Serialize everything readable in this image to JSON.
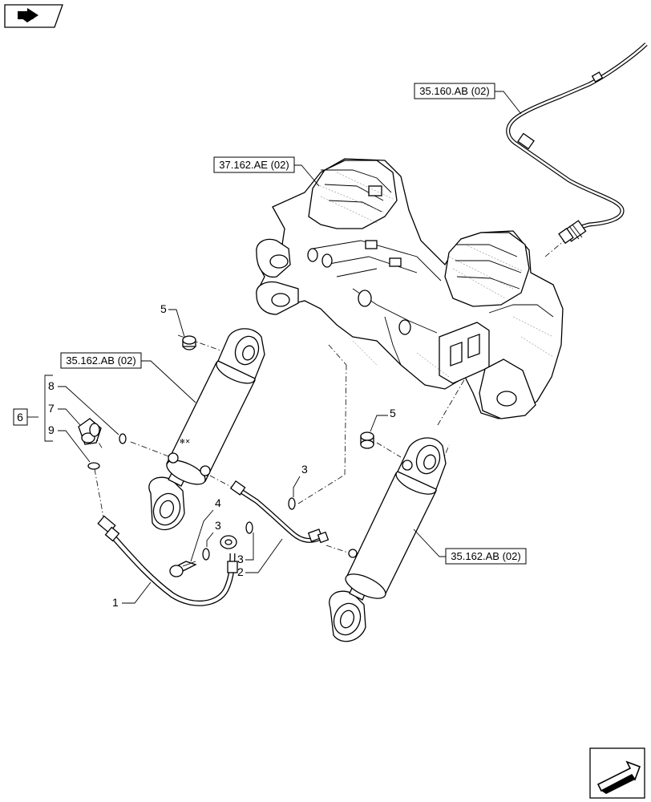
{
  "references": {
    "ref_top_right": "35.160.AB (02)",
    "ref_frame": "37.162.AE (02)",
    "ref_left_cyl": "35.162.AB (02)",
    "ref_right_cyl": "35.162.AB (02)"
  },
  "callouts": {
    "c1": "1",
    "c2": "2",
    "c3a": "3",
    "c3b": "3",
    "c3c": "3",
    "c4": "4",
    "c5a": "5",
    "c5b": "5",
    "c6": "6",
    "c7": "7",
    "c8": "8",
    "c9": "9"
  },
  "icons": {
    "top_left": "back-arrow-icon",
    "bottom_right": "next-arrow-icon"
  }
}
